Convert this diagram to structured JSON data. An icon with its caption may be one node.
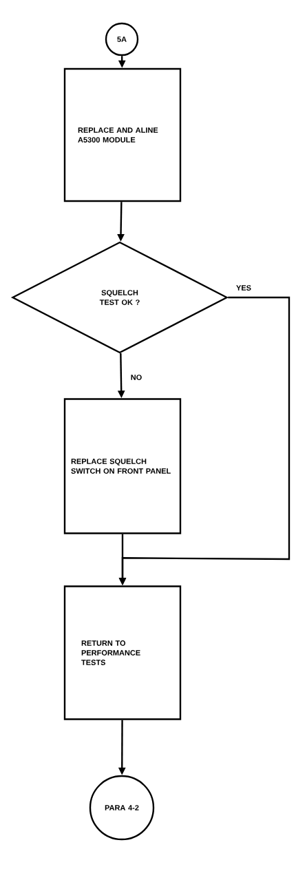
{
  "diagram": {
    "nodes": [
      {
        "text": [
          "5A"
        ]
      },
      {
        "text": [
          "REPLACE AND ALINE A5300 MODULE"
        ]
      },
      {
        "text": [
          "SQUELCH TEST OK ?"
        ]
      },
      {
        "text": [
          "REPLACE SQUELCH SWITCH ON FRONT PANEL"
        ]
      },
      {
        "text": [
          "RETURN TO PERFORMANCE TESTS"
        ]
      },
      {
        "text": [
          "PARA 4-2"
        ]
      }
    ],
    "edges": [
      {
        "from": 0,
        "to": 1,
        "arrow": "to"
      },
      {
        "from": 1,
        "to": 2,
        "arrow": "to"
      },
      {
        "from": 2,
        "to": 3,
        "arrow": "to",
        "label": "NO"
      },
      {
        "from": 3,
        "to": 4,
        "arrow": "to"
      },
      {
        "from": 2,
        "to": 4,
        "arrow": "to",
        "label": "YES"
      },
      {
        "from": 4,
        "to": 5,
        "arrow": "to"
      }
    ]
  }
}
